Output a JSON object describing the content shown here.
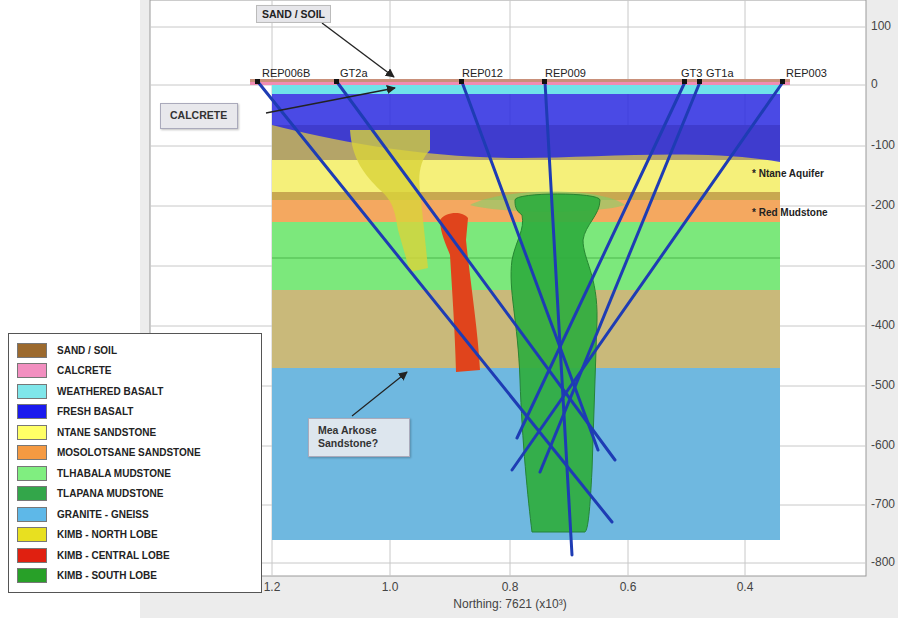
{
  "diagram": {
    "nodes": [
      {
        "text": [
          "CALCRETE"
        ]
      },
      {
        "text": [
          "Mea Arkose Sandstone?"
        ]
      }
    ],
    "labels": [
      "SAND / SOIL",
      "REP006B",
      "GT2a",
      "REP012",
      "REP009",
      "GT3",
      "GT1a",
      "REP003",
      "* Ntane Aquifer",
      "* Red Mudstone",
      "100",
      "0",
      "-100",
      "-200",
      "-300",
      "-400",
      "-500",
      "-600",
      "-700",
      "-800",
      "1.2",
      "1.0",
      "0.8",
      "0.6",
      "0.4",
      "Northing: 7621 (x10³)"
    ],
    "legend": [
      {
        "text": "SAND / SOIL",
        "color": "#9c6a2e"
      },
      {
        "text": "CALCRETE",
        "color": "#f28fc0"
      },
      {
        "text": "WEATHERED BASALT",
        "color": "#7fe6ea"
      },
      {
        "text": "FRESH BASALT",
        "color": "#1a1aee"
      },
      {
        "text": "NTANE SANDSTONE",
        "color": "#ffff66"
      },
      {
        "text": "MOSOLOTSANE SANDSTONE",
        "color": "#f59a42"
      },
      {
        "text": "TLHABALA MUDSTONE",
        "color": "#80ee80"
      },
      {
        "text": "TLAPANA MUDSTONE",
        "color": "#33a64a"
      },
      {
        "text": "GRANITE - GNEISS",
        "color": "#5eb8e8"
      },
      {
        "text": "KIMB - NORTH LOBE",
        "color": "#e8e020"
      },
      {
        "text": "KIMB - CENTRAL LOBE",
        "color": "#e02010"
      },
      {
        "text": "KIMB - SOUTH LOBE",
        "color": "#28a028"
      }
    ]
  }
}
